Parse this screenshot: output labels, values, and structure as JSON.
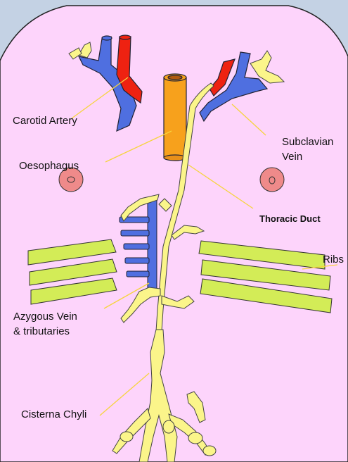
{
  "labels": {
    "carotid_artery": "Carotid Artery",
    "oesophagus": "Oesophagus",
    "subclavian_vein_line1": "Subclavian",
    "subclavian_vein_line2": "Vein",
    "thoracic_duct": "Thoracic Duct",
    "ribs": "Ribs",
    "azygous_line1": "Azygous Vein",
    "azygous_line2": "& tributaries",
    "cisterna_chyli": "Cisterna Chyli"
  },
  "colors": {
    "body_fill": "#fdd4fb",
    "shoulder_fill": "#c4d2e4",
    "vein": "#4f6fe0",
    "artery": "#ee2211",
    "oesophagus": "#f7a11c",
    "lymph": "#fbf58a",
    "rib": "#d3ec57",
    "node_ring": "#ef8a8a",
    "leader": "#f6d43e"
  }
}
